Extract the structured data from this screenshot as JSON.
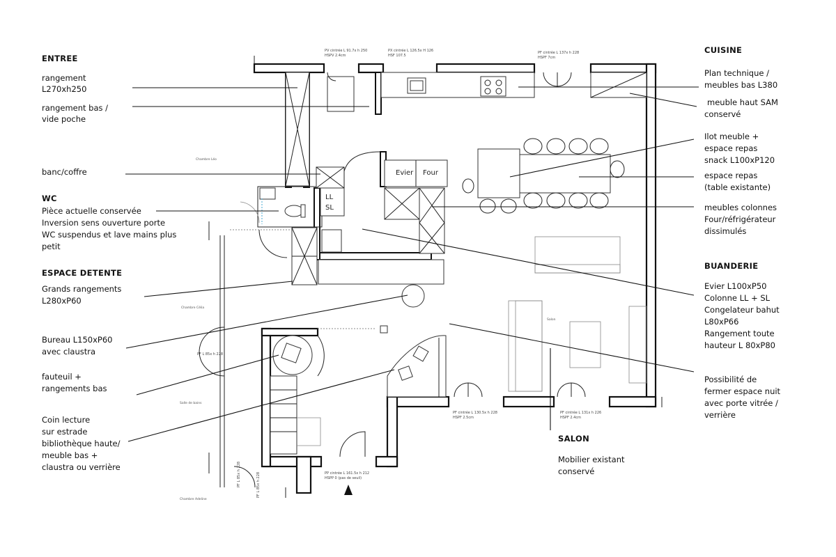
{
  "left_annotations": {
    "entree": {
      "title": "ENTREE",
      "item1_l1": "rangement",
      "item1_l2": "L270xh250",
      "item2_l1": "rangement bas /",
      "item2_l2": "vide poche",
      "item3": "banc/coffre"
    },
    "wc": {
      "title": "WC",
      "l1": "Pièce actuelle conservée",
      "l2": "Inversion sens ouverture porte",
      "l3": "WC suspendus et lave mains plus",
      "l4": "petit"
    },
    "espace_detente": {
      "title": "ESPACE DETENTE",
      "item1_l1": "Grands rangements",
      "item1_l2": "L280xP60",
      "item2_l1": "Bureau L150xP60",
      "item2_l2": "avec claustra",
      "item3_l1": "fauteuil +",
      "item3_l2": "rangements bas",
      "item4_l1": "Coin lecture",
      "item4_l2": "sur estrade",
      "item4_l3": "bibliothèque haute/",
      "item4_l4": "meuble bas +",
      "item4_l5": "claustra ou verrière"
    }
  },
  "right_annotations": {
    "cuisine": {
      "title": "CUISINE",
      "item1_l1": "Plan technique /",
      "item1_l2": "meubles bas L380",
      "item2_l1": "meuble haut SAM",
      "item2_l2": "conservé",
      "item3_l1": "Ilot meuble +",
      "item3_l2": "espace repas",
      "item3_l3": "snack L100xP120",
      "item4_l1": "espace repas",
      "item4_l2": "(table existante)",
      "item5_l1": "meubles colonnes",
      "item5_l2": "Four/réfrigérateur",
      "item5_l3": "dissimulés"
    },
    "buanderie": {
      "title": "BUANDERIE",
      "l1": "Evier L100xP50",
      "l2": "Colonne LL + SL",
      "l3": "Congelateur bahut",
      "l4": "L80xP66",
      "l5": "Rangement toute",
      "l6": "hauteur L 80xP80"
    },
    "espace_nuit": {
      "l1": "Possibilité de",
      "l2": "fermer  espace nuit",
      "l3": "avec porte vitrée /",
      "l4": "verrière"
    },
    "salon": {
      "title": "SALON",
      "l1": "Mobilier existant",
      "l2": "conservé"
    }
  },
  "plan": {
    "room_chambre_leo": "Chambre Léo",
    "room_chambre_celia": "Chambre Célia",
    "room_salle_de_bains": "Salle de bains",
    "room_chambre_adeline": "Chambre Adeline",
    "room_salon": "Salon",
    "hand_ll": "LL",
    "hand_sl": "SL",
    "hand_four": "Four",
    "hand_evier": "Evier",
    "dim_top_1a": "PV cintrée L 91.7x h 250",
    "dim_top_1b": "HSPV 2.4cm",
    "dim_top_2a": "PX cintrée L 126.5x H 126",
    "dim_top_2b": "HSF 107.5",
    "dim_top_3a": "PF cintrée L 137x h 228",
    "dim_top_3b": "HSPF 7cm",
    "dim_bottom_1a": "PF cintrée L 130.5x h 228",
    "dim_bottom_1b": "HSPF 2.5cm",
    "dim_bottom_2a": "PF cintrée L 131x h 226",
    "dim_bottom_2b": "HSPF 2.4cm",
    "dim_entry_a": "PP cintrée L 161.5x h 212",
    "dim_entry_b": "HSPP 0 (pas de seuil)",
    "dim_left_1": "PF L 85x h 228",
    "dim_left_2": "PF L 85x h 228",
    "dim_left_3": "PF L 85x h 228"
  }
}
